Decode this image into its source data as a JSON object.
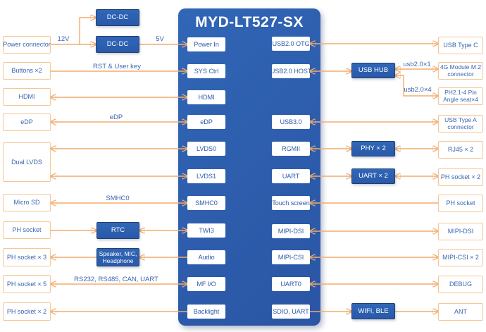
{
  "diagram": {
    "title": "MYD-LT527-SX",
    "colors": {
      "soc_blue": "#2d5dac",
      "module_blue": "#2e63b2",
      "module_border": "#24406f",
      "connector_border": "#f6c795",
      "text_blue": "#3a66ae",
      "arrow_line": "#f2ab6e",
      "arrow_head": "#ee8f3f"
    },
    "left_connectors": [
      {
        "label": "Power connector"
      },
      {
        "label": "Buttons ×2"
      },
      {
        "label": "HDMI"
      },
      {
        "label": "eDP"
      },
      {
        "label": "Dual LVDS"
      },
      {
        "label": "Micro SD"
      },
      {
        "label": "PH socket"
      },
      {
        "label": "PH socket × 3"
      },
      {
        "label": "PH socket × 5"
      },
      {
        "label": "PH socket × 2"
      }
    ],
    "middle_modules": [
      {
        "label": "DC-DC"
      },
      {
        "label": "DC-DC"
      },
      {
        "label": "RTC"
      },
      {
        "label": "Speaker, MIC, Headphone"
      }
    ],
    "soc_left_ports": [
      {
        "label": "Power In"
      },
      {
        "label": "SYS Ctrl"
      },
      {
        "label": "HDMI"
      },
      {
        "label": "eDP"
      },
      {
        "label": "LVDS0"
      },
      {
        "label": "LVDS1"
      },
      {
        "label": "SMHC0"
      },
      {
        "label": "TWI3"
      },
      {
        "label": "Audio"
      },
      {
        "label": "MF I/O"
      },
      {
        "label": "Backlight"
      }
    ],
    "soc_right_ports": [
      {
        "label": "USB2.0 OTG"
      },
      {
        "label": "USB2.0 HOST"
      },
      {
        "label": "USB3.0"
      },
      {
        "label": "RGMII"
      },
      {
        "label": "UART"
      },
      {
        "label": "Touch screen"
      },
      {
        "label": "MIPI-DSI"
      },
      {
        "label": "MIPI-CSI"
      },
      {
        "label": "UART0"
      },
      {
        "label": "SDIO, UART"
      }
    ],
    "right_modules": [
      {
        "label": "USB HUB"
      },
      {
        "label": "PHY × 2"
      },
      {
        "label": "UART × 2"
      },
      {
        "label": "WIFI, BLE"
      }
    ],
    "right_connectors": [
      {
        "label": "USB Type C"
      },
      {
        "label": "4G Module M.2 connector"
      },
      {
        "label": "PH2.1-4 Pin Angle seat×4"
      },
      {
        "label": "USB Type A connector"
      },
      {
        "label": "RJ45 × 2"
      },
      {
        "label": "PH socket × 2"
      },
      {
        "label": "PH socket"
      },
      {
        "label": "MIPI-DSI"
      },
      {
        "label": "MIPI-CSI × 2"
      },
      {
        "label": "DEBUG"
      },
      {
        "label": "ANT"
      }
    ],
    "edge_labels": {
      "power_12v": "12V",
      "power_5v": "5V",
      "buttons": "RST & User key",
      "edp": "eDP",
      "microsd": "SMHC0",
      "mfio": "RS232, RS485, CAN, UART",
      "usbhub_m2": "usb2.0×1",
      "usbhub_ph": "usb2.0×4"
    }
  }
}
